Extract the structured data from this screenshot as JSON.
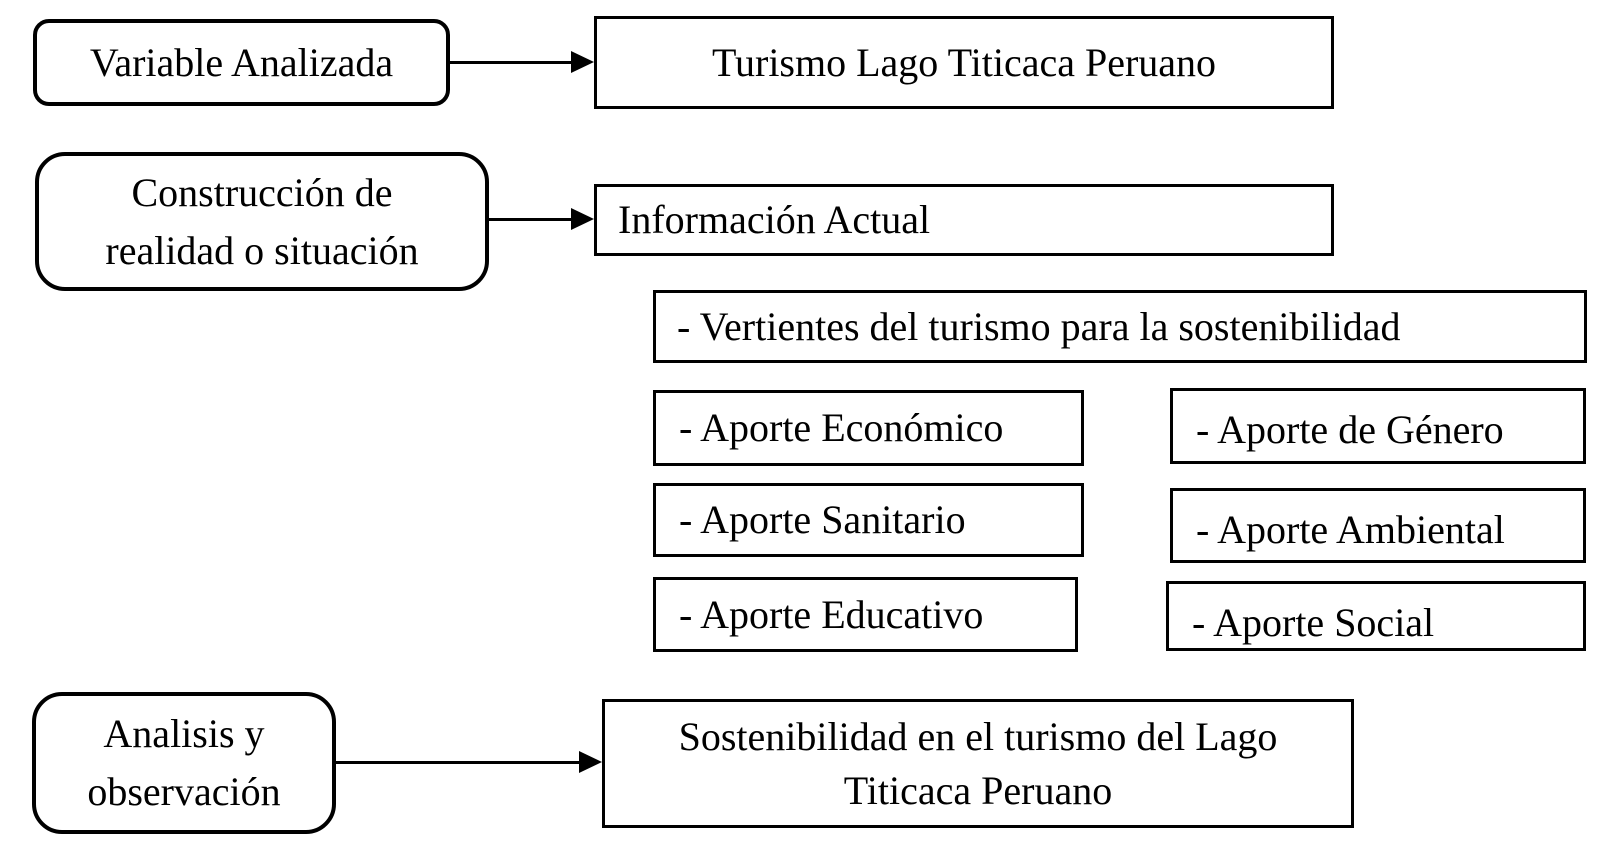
{
  "diagram": {
    "colors": {
      "stroke": "#000000",
      "background": "#ffffff",
      "text": "#000000"
    },
    "nodes": {
      "variable": {
        "label": "Variable Analizada"
      },
      "turismo": {
        "label": "Turismo Lago Titicaca Peruano"
      },
      "construccion": {
        "label": "Construcción de\nrealidad o situación"
      },
      "informacion": {
        "label": "Información Actual"
      },
      "vertientes": {
        "label": "- Vertientes del turismo para la sostenibilidad"
      },
      "economico": {
        "label": "- Aporte Económico"
      },
      "genero": {
        "label": "- Aporte de Género"
      },
      "sanitario": {
        "label": "- Aporte Sanitario"
      },
      "ambiental": {
        "label": "- Aporte Ambiental"
      },
      "educativo": {
        "label": "- Aporte Educativo"
      },
      "social": {
        "label": "- Aporte Social"
      },
      "analisis": {
        "label": "Analisis y\nobservación"
      },
      "sostenibilidad": {
        "label": "Sostenibilidad en el turismo del Lago\nTiticaca Peruano"
      }
    }
  }
}
